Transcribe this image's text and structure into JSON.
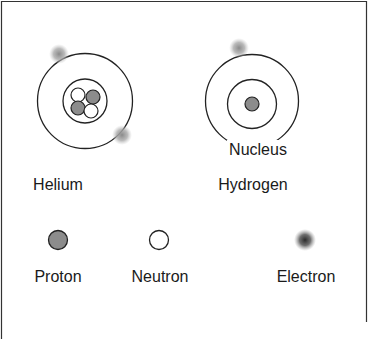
{
  "diagram": {
    "nodes": [
      {
        "text": [
          "Helium"
        ]
      },
      {
        "text": [
          "Hydrogen"
        ]
      },
      {
        "text": [
          "Nucleus"
        ],
        "in": 1
      }
    ],
    "legend": [
      {
        "text": "Proton"
      },
      {
        "text": "Neutron"
      },
      {
        "text": "Electron"
      }
    ]
  }
}
